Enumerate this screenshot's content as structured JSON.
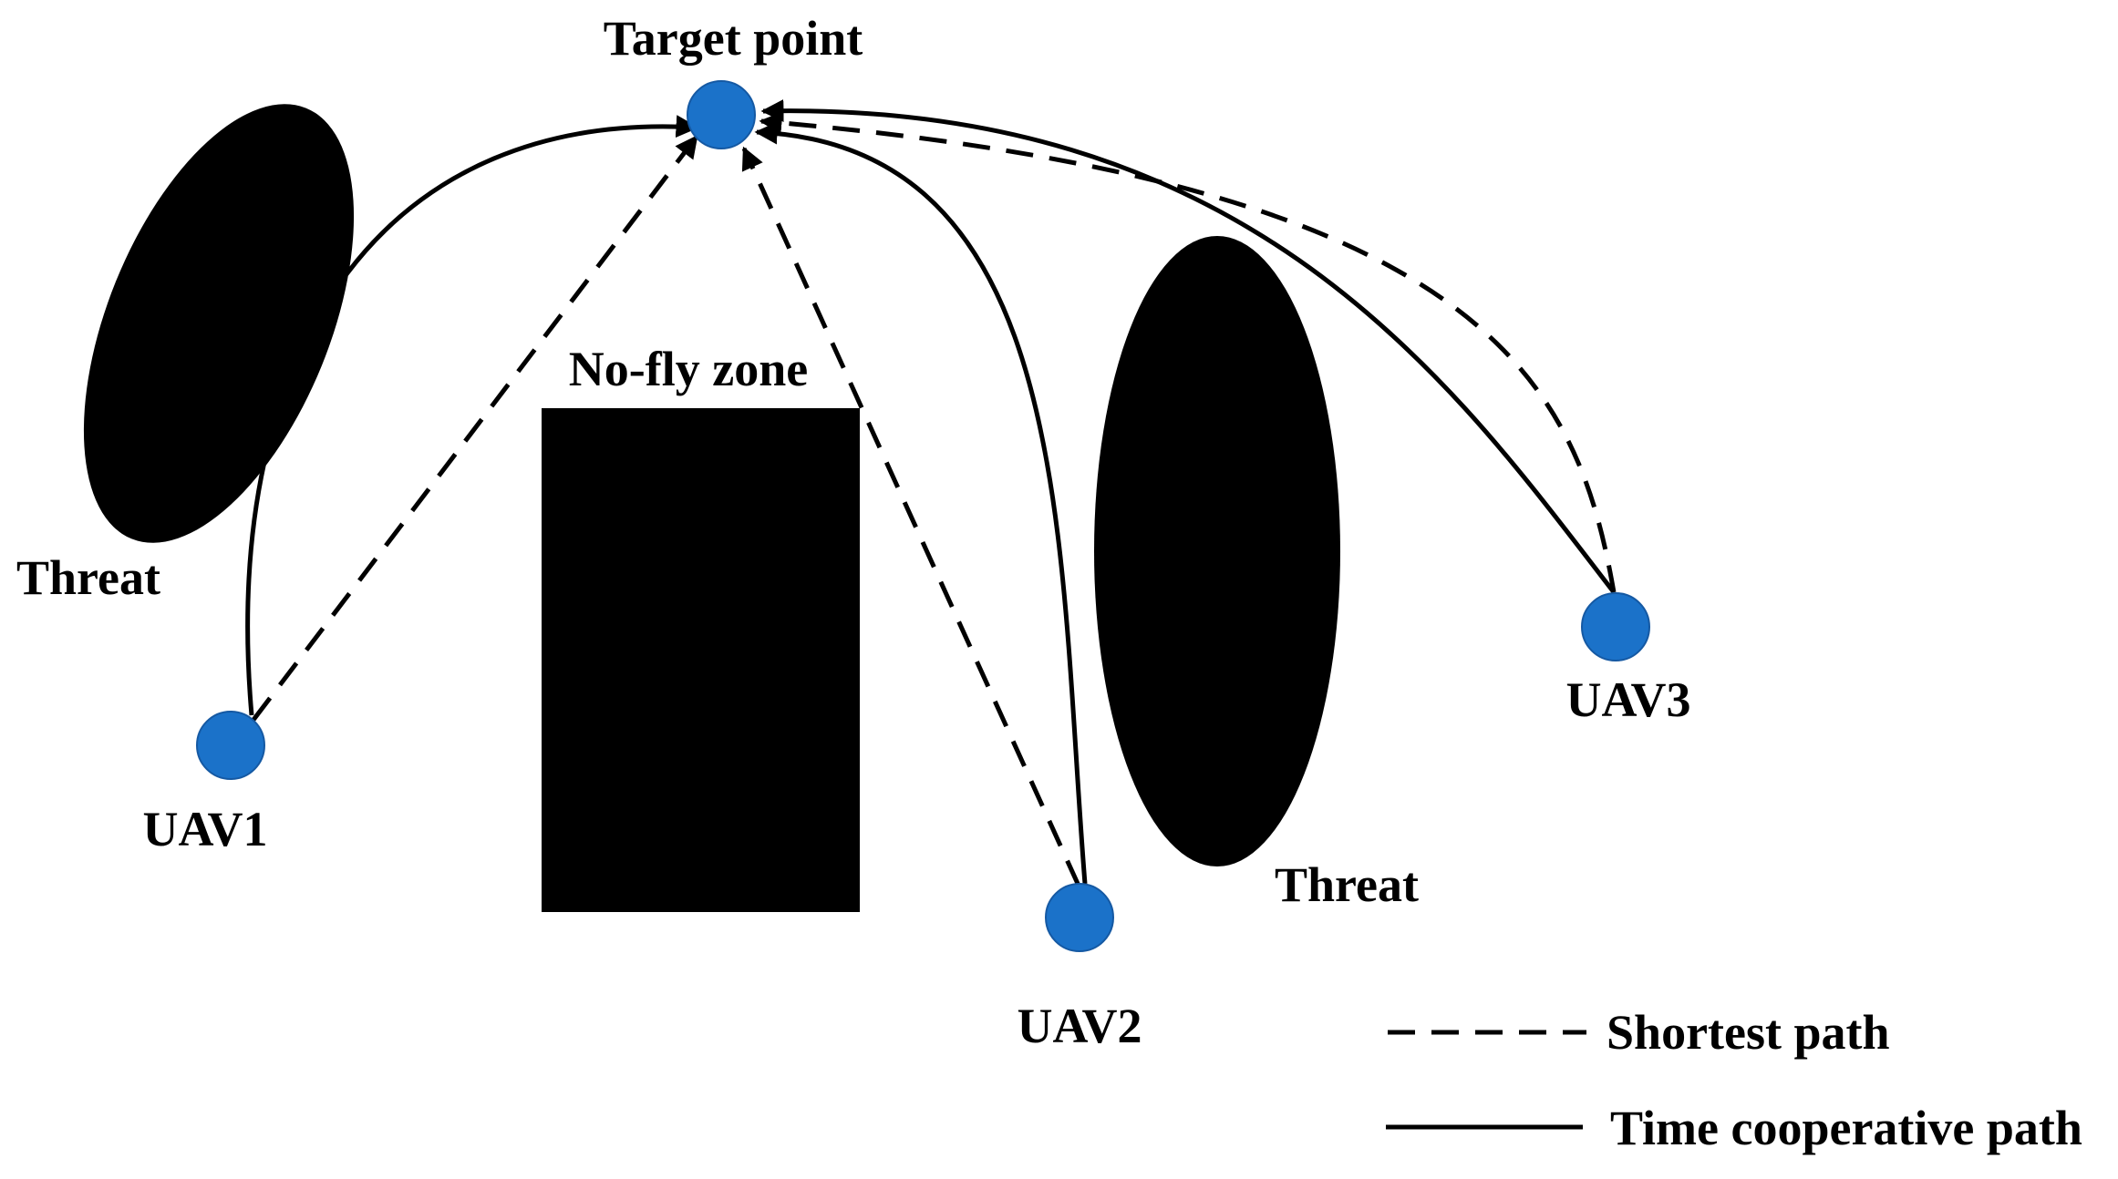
{
  "colors": {
    "node_fill": "#1b72c9",
    "node_stroke": "#1559a3",
    "obstacle_fill": "#000000",
    "line": "#000000",
    "background": "#ffffff"
  },
  "labels": {
    "target": "Target point",
    "no_fly_zone": "No-fly zone",
    "threat_left": "Threat",
    "threat_right": "Threat",
    "uav1": "UAV1",
    "uav2": "UAV2",
    "uav3": "UAV3"
  },
  "legend": {
    "shortest": "Shortest path",
    "cooperative": "Time cooperative path"
  },
  "edges": [
    {
      "from": "UAV1",
      "to": "Target point",
      "type": "shortest",
      "style": "dashed"
    },
    {
      "from": "UAV1",
      "to": "Target point",
      "type": "time-cooperative",
      "style": "solid"
    },
    {
      "from": "UAV2",
      "to": "Target point",
      "type": "shortest",
      "style": "dashed"
    },
    {
      "from": "UAV2",
      "to": "Target point",
      "type": "time-cooperative",
      "style": "solid"
    },
    {
      "from": "UAV3",
      "to": "Target point",
      "type": "shortest",
      "style": "dashed"
    },
    {
      "from": "UAV3",
      "to": "Target point",
      "type": "time-cooperative",
      "style": "solid"
    }
  ]
}
